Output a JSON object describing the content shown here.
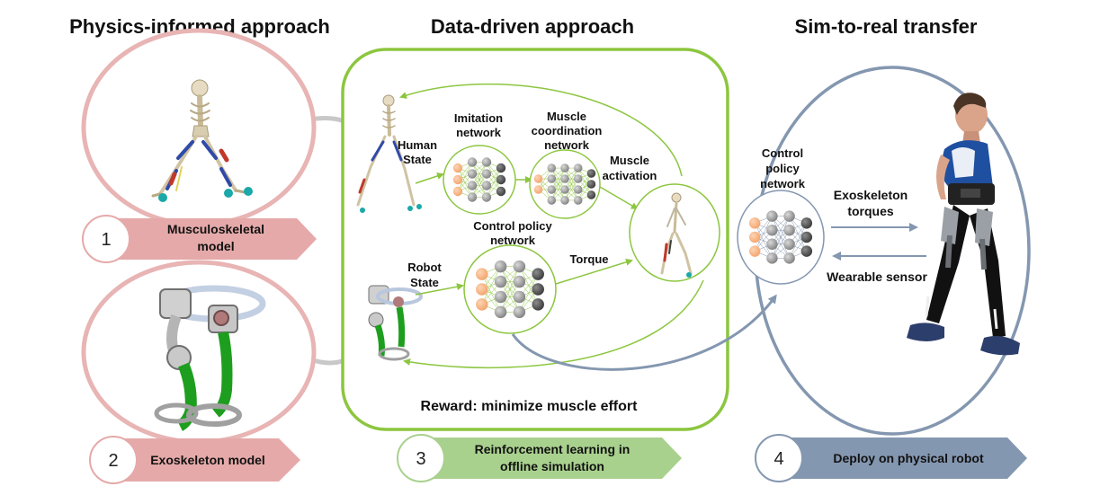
{
  "headings": {
    "physics": "Physics-informed approach",
    "data": "Data-driven approach",
    "sim": "Sim-to-real transfer"
  },
  "steps": [
    {
      "number": "1",
      "line1": "Musculoskeletal",
      "line2": "model"
    },
    {
      "number": "2",
      "line1": "Exoskeleton model",
      "line2": ""
    },
    {
      "number": "3",
      "line1": "Reinforcement learning in",
      "line2": "offline simulation"
    },
    {
      "number": "4",
      "line1": "Deploy on physical robot",
      "line2": ""
    }
  ],
  "labels": {
    "human_state": [
      "Human",
      "State"
    ],
    "imitation_network": [
      "Imitation",
      "network"
    ],
    "muscle_coordination": [
      "Muscle",
      "coordination",
      "network"
    ],
    "muscle_activation": [
      "Muscle",
      "activation"
    ],
    "control_policy_center": [
      "Control policy",
      "network"
    ],
    "torque": "Torque",
    "robot_state": [
      "Robot",
      "State"
    ],
    "reward": "Reward: minimize muscle effort",
    "control_policy_right": [
      "Control",
      "policy",
      "network"
    ],
    "exoskeleton_torques": [
      "Exoskeleton",
      "torques"
    ],
    "wearable_sensor": "Wearable sensor"
  },
  "colors": {
    "pink": "#e8b4b4",
    "pink_band": "#e5a9a9",
    "green": "#8cc63f",
    "green_band": "#a9d18e",
    "blue_gray": "#8497b0",
    "blue_band": "#8497b0",
    "gray_connector": "#c8c8c8",
    "node_orange": "#f4b183",
    "node_gray": "#a6a6a6",
    "node_dark": "#595959"
  }
}
